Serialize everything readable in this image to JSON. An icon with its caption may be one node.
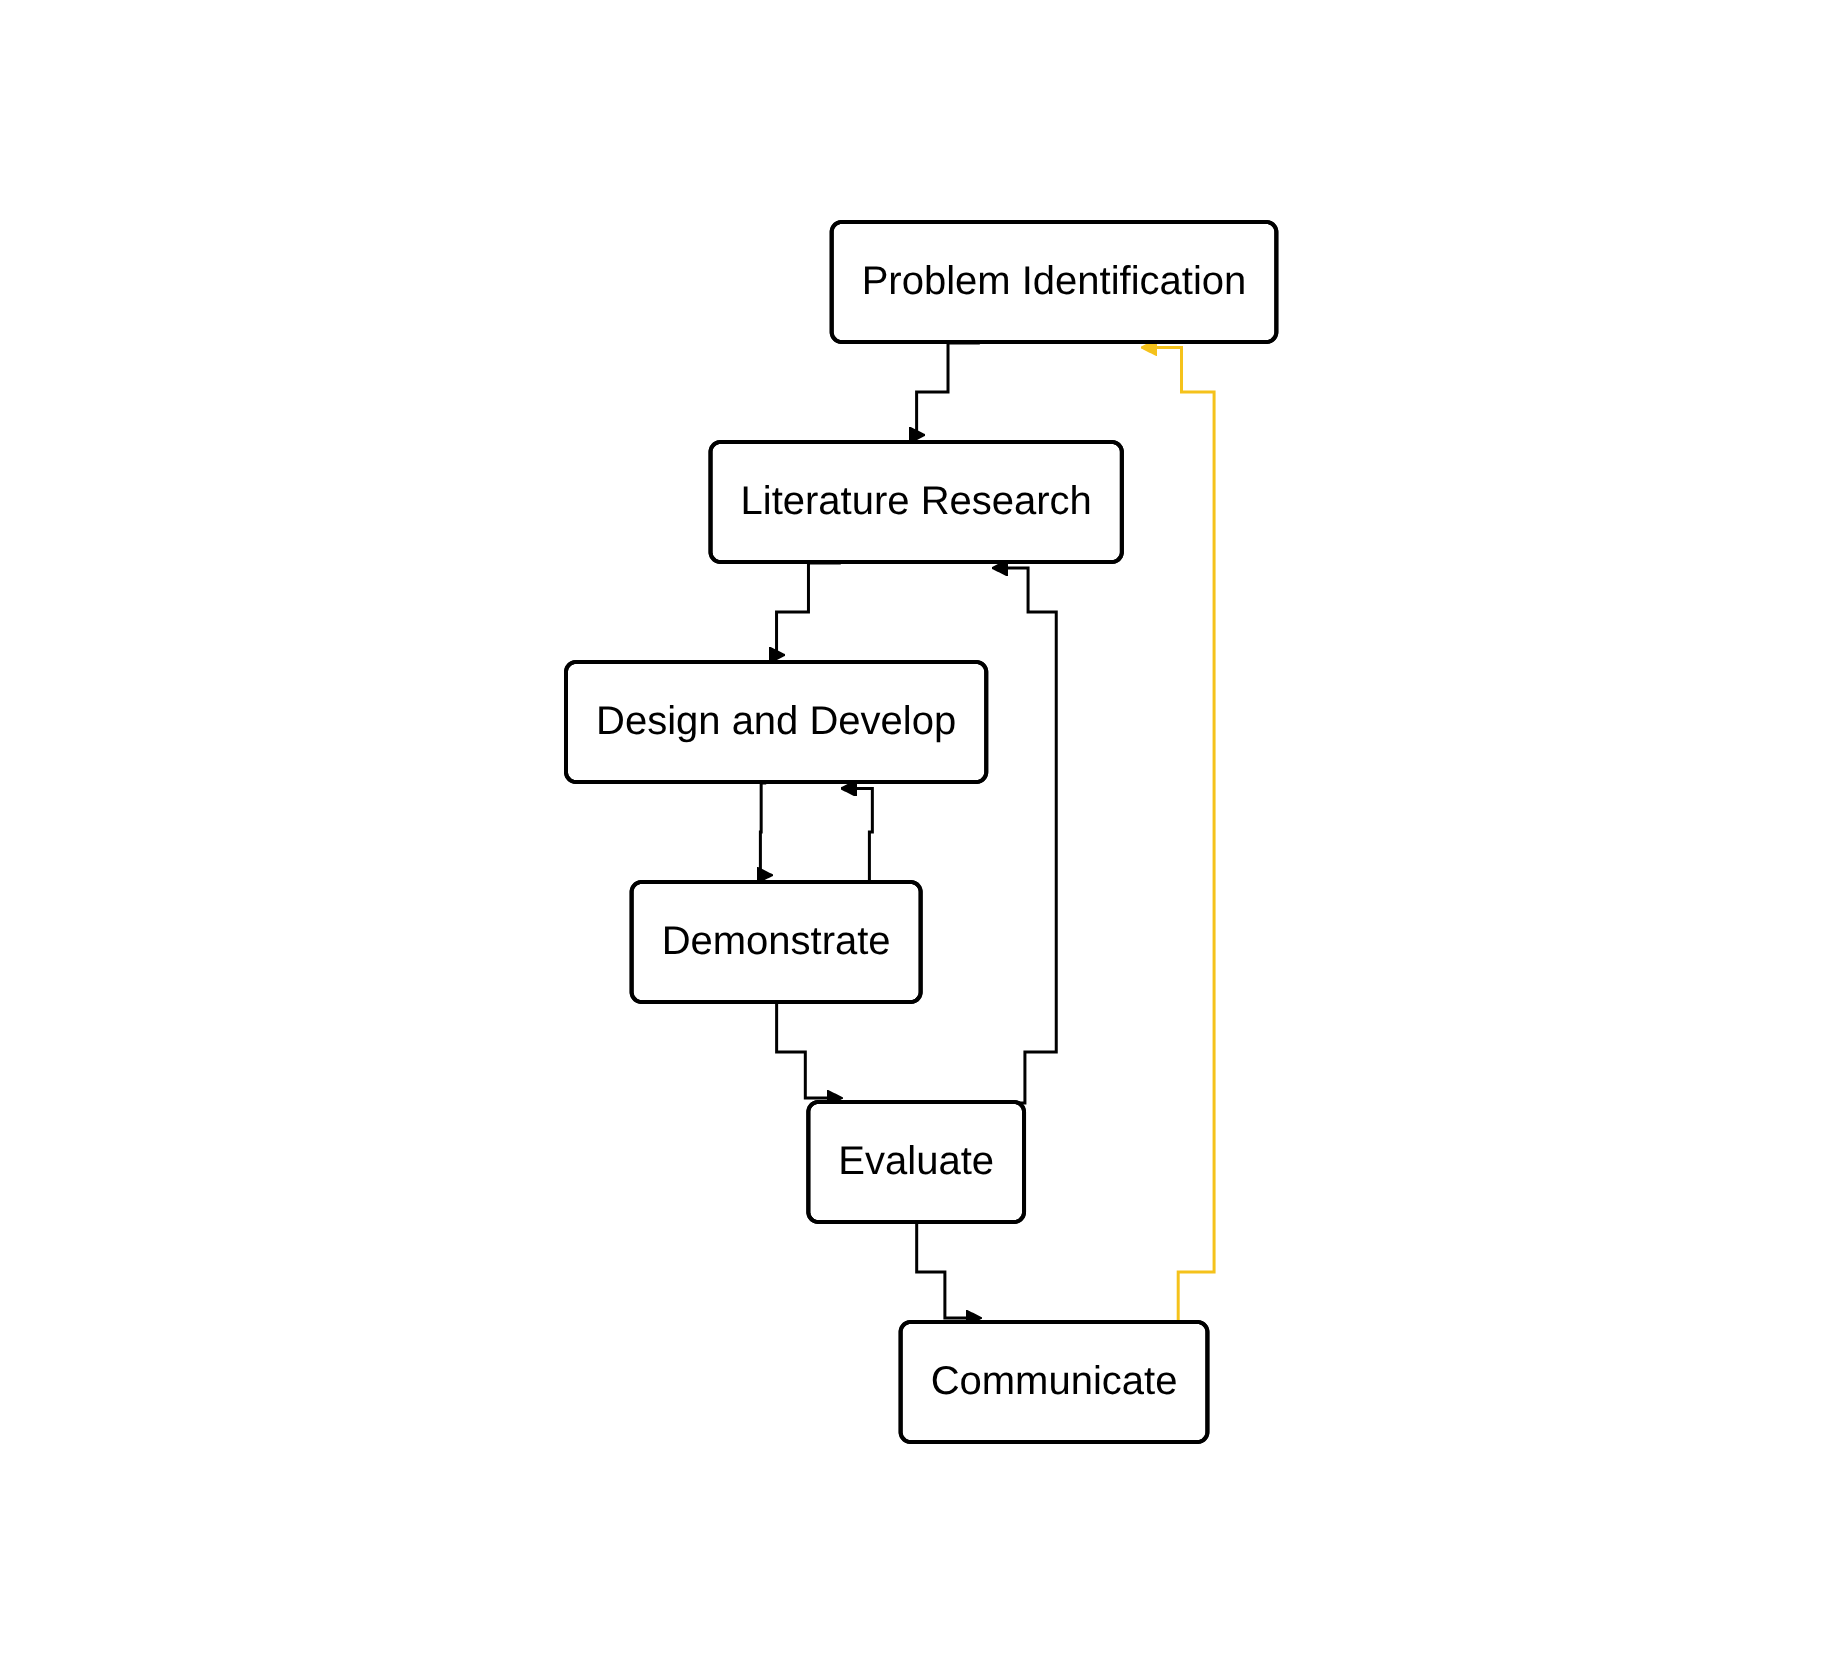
{
  "diagram": {
    "nodes": [
      {
        "text": [
          "Problem Identification"
        ]
      },
      {
        "text": [
          "Literature Research"
        ]
      },
      {
        "text": [
          "Design and Develop"
        ]
      },
      {
        "text": [
          "Demonstrate"
        ]
      },
      {
        "text": [
          "Evaluate"
        ]
      },
      {
        "text": [
          "Communicate"
        ]
      }
    ],
    "edges": [
      {
        "from": 5,
        "to": 0,
        "arrow": "to",
        "color": "#f5c21b"
      },
      {
        "from": 0,
        "to": 1,
        "arrow": "to"
      },
      {
        "from": 1,
        "to": 2,
        "arrow": "to"
      },
      {
        "from": 2,
        "to": 3,
        "arrow": "to"
      },
      {
        "from": 3,
        "to": 2,
        "arrow": "to"
      },
      {
        "from": 3,
        "to": 4,
        "arrow": "to"
      },
      {
        "from": 4,
        "to": 5,
        "arrow": "to"
      },
      {
        "from": 4,
        "to": 1,
        "arrow": "to"
      }
    ]
  }
}
